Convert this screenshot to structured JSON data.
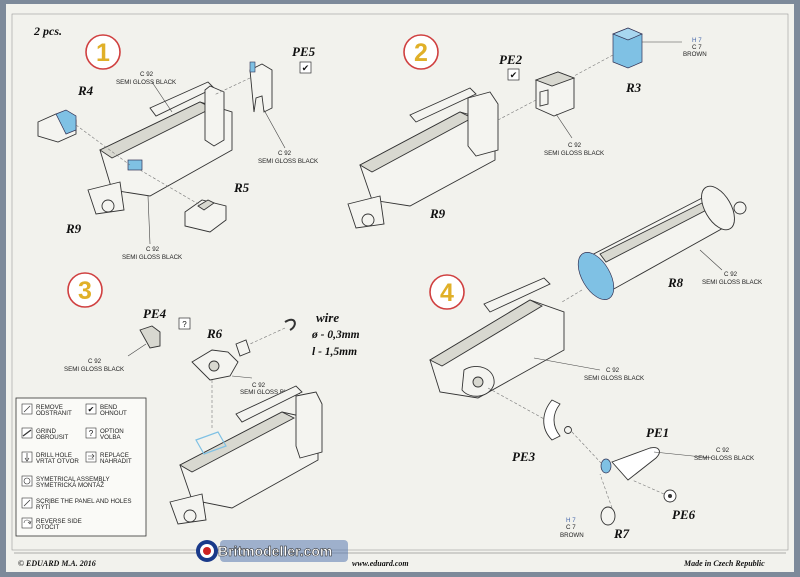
{
  "sheet": {
    "quantity": "2 pcs.",
    "footer_left": "© EDUARD  M.A. 2016",
    "footer_center": "www.eduard.com",
    "footer_right": "Made in Czech Republic",
    "watermark": "Britmodeller.com",
    "colors": {
      "paper": "#f2f2ed",
      "background": "#7d8a9a",
      "highlight": "#7fc1e4",
      "step_circle": "#d04040",
      "step_number": "#e0b028"
    }
  },
  "steps": [
    {
      "number": "1"
    },
    {
      "number": "2"
    },
    {
      "number": "3"
    },
    {
      "number": "4"
    }
  ],
  "paint": {
    "code": "C 92",
    "name": "SEMI GLOSS BLACK",
    "brown_codes": [
      "H 7",
      "C 7"
    ],
    "brown_name": "BROWN"
  },
  "parts": {
    "r4": "R4",
    "r5": "R5",
    "r9": "R9",
    "pe5": "PE5",
    "pe2": "PE2",
    "r3": "R3",
    "pe4": "PE4",
    "r6": "R6",
    "r8": "R8",
    "pe1": "PE1",
    "pe3": "PE3",
    "pe6": "PE6",
    "r7": "R7"
  },
  "wire": {
    "title": "wire",
    "diameter": "ø - 0,3mm",
    "length": "l - 1,5mm"
  },
  "legend": [
    {
      "icon": "remove-icon",
      "en": "REMOVE",
      "cz": "ODSTRANIT"
    },
    {
      "icon": "bend-icon",
      "en": "BEND",
      "cz": "OHNOUT"
    },
    {
      "icon": "grind-icon",
      "en": "GRIND",
      "cz": "OBROUSIT"
    },
    {
      "icon": "option-icon",
      "en": "OPTION",
      "cz": "VOLBA"
    },
    {
      "icon": "drill-hole-icon",
      "en": "DRILL HOLE",
      "cz": "VRTAT OTVOR"
    },
    {
      "icon": "replace-icon",
      "en": "REPLACE",
      "cz": "NAHRADIT"
    },
    {
      "icon": "symetrical-icon",
      "en": "SYMETRICAL ASSEMBLY",
      "cz": "SYMETRICKÁ MONTÁŽ"
    },
    {
      "icon": "scribe-icon",
      "en": "SCRIBE THE PANEL AND HOLES",
      "cz": "RÝTÍ"
    },
    {
      "icon": "reverse-side-icon",
      "en": "REVERSE SIDE",
      "cz": "OTOČIT"
    }
  ]
}
